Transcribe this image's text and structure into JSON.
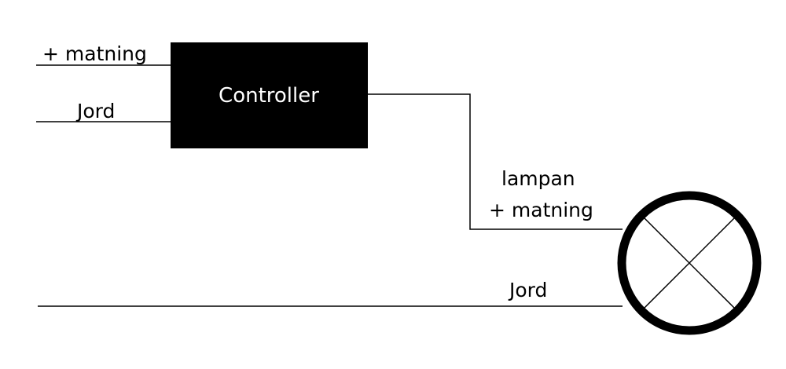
{
  "diagram": {
    "controller_label": "Controller",
    "left_supply_label": "+ matning",
    "left_ground_label": "Jord",
    "lamp_label_line1": "lampan",
    "lamp_label_line2": "+ matning",
    "lamp_ground_label": "Jord"
  },
  "colors": {
    "ink": "#000000",
    "controller_fill": "#000000",
    "controller_text": "#ffffff",
    "background": "#ffffff"
  }
}
